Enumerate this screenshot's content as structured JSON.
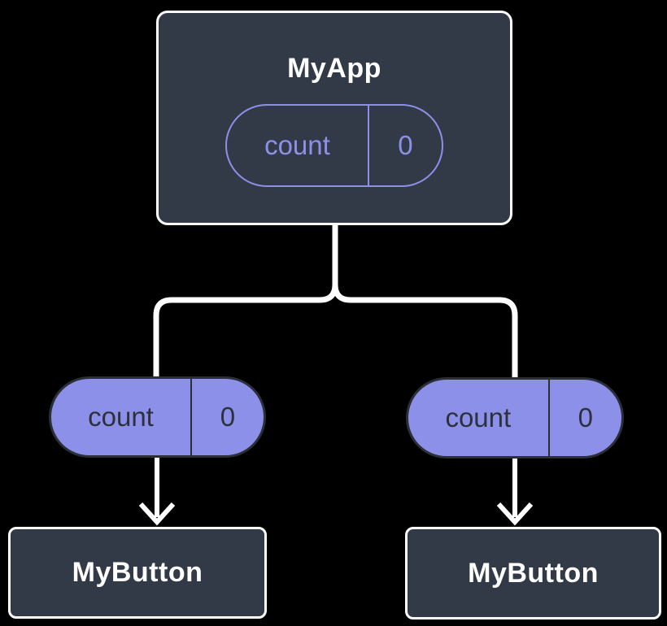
{
  "diagram": {
    "type": "component-state-tree",
    "colors": {
      "background": "#000000",
      "card_fill": "#333A47",
      "card_border": "#FFFFFF",
      "accent_purple": "#8C90E8",
      "pill_fill": "#8C90E8",
      "pill_dark_text": "#2C313C",
      "pill_dark_border": "#2A2F38",
      "connector": "#FFFFFF"
    },
    "root": {
      "title": "MyApp",
      "state": {
        "name": "count",
        "value": "0"
      }
    },
    "children": [
      {
        "title": "MyButton",
        "prop": {
          "name": "count",
          "value": "0"
        }
      },
      {
        "title": "MyButton",
        "prop": {
          "name": "count",
          "value": "0"
        }
      }
    ]
  }
}
